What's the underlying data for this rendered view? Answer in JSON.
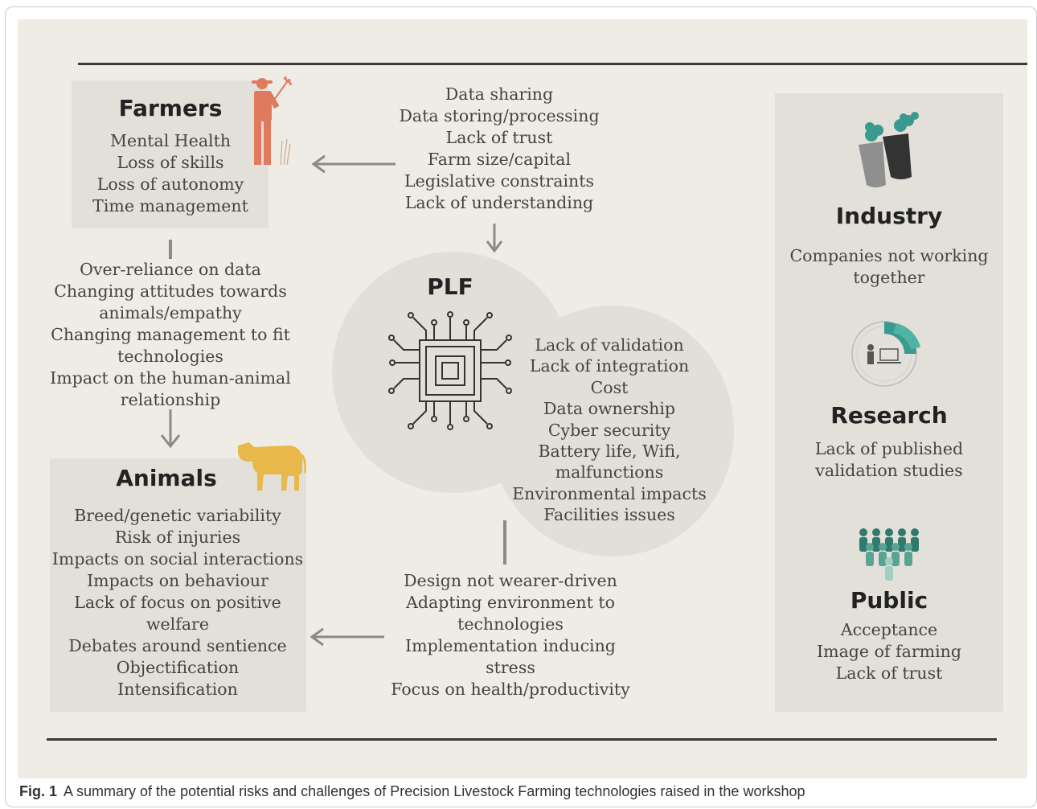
{
  "farmers": {
    "title": "Farmers",
    "items": [
      "Mental Health",
      "Loss of skills",
      "Loss of autonomy",
      "Time management"
    ]
  },
  "data_issues": {
    "items": [
      "Data sharing",
      "Data storing/processing",
      "Lack of trust",
      "Farm size/capital",
      "Legislative constraints",
      "Lack of understanding"
    ]
  },
  "human_animal": {
    "items": [
      "Over-reliance on data",
      "Changing attitudes towards",
      "animals/empathy",
      "Changing management to fit",
      "technologies",
      "Impact on the human-animal",
      "relationship"
    ]
  },
  "plf": {
    "title": "PLF",
    "items": [
      "Lack of validation",
      "Lack of integration",
      "Cost",
      "Data ownership",
      "Cyber security",
      "Battery life, Wifi,",
      "malfunctions",
      "Environmental impacts",
      "Facilities issues"
    ]
  },
  "animals": {
    "title": "Animals",
    "items": [
      "Breed/genetic variability",
      "Risk of injuries",
      "Impacts on social interactions",
      "Impacts on behaviour",
      "Lack of focus on positive",
      "welfare",
      "Debates around sentience",
      "Objectification",
      "Intensification"
    ]
  },
  "design": {
    "items": [
      "Design not wearer-driven",
      "Adapting environment to",
      "technologies",
      "Implementation inducing",
      "stress",
      "Focus on health/productivity"
    ]
  },
  "industry": {
    "title": "Industry",
    "items": [
      "Companies not working",
      "together"
    ]
  },
  "research": {
    "title": "Research",
    "items": [
      "Lack of published",
      "validation studies"
    ]
  },
  "public": {
    "title": "Public",
    "items": [
      "Acceptance",
      "Image of farming",
      "Lack of trust"
    ]
  },
  "caption": {
    "label": "Fig. 1",
    "text": "A summary of the potential risks and challenges of Precision Livestock Farming technologies raised in the workshop"
  },
  "colors": {
    "background": "#efece6",
    "box": "#e2e0d9",
    "farmer": "#e07a5f",
    "cow": "#e8b84a",
    "teal": "#3a9a8f",
    "dark": "#3a3a3a"
  }
}
